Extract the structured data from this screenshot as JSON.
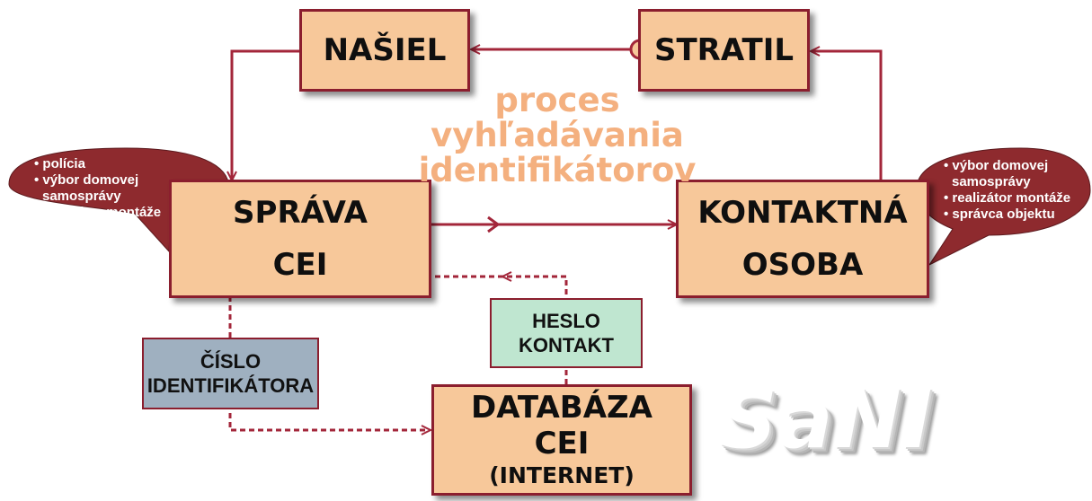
{
  "nodes": {
    "nasiel": "NAŠIEL",
    "stratil": "STRATIL",
    "sprava": [
      "SPRÁVA",
      "CEI"
    ],
    "kontaktna": [
      "KONTAKTNÁ",
      "OSOBA"
    ],
    "databaza": [
      "DATABÁZA",
      "CEI",
      "(INTERNET)"
    ]
  },
  "labels": {
    "cislo": [
      "ČÍSLO",
      "IDENTIFIKÁTORA"
    ],
    "heslo": [
      "HESLO",
      "KONTAKT"
    ]
  },
  "process_text": [
    "proces",
    "vyhľadávania",
    "identifikátorov"
  ],
  "bubble_left": [
    "• polícia",
    "• výbor domovej",
    "  samosprávy",
    "• realizátor montáže"
  ],
  "bubble_right": [
    "• výbor domovej",
    "  samosprávy",
    "• realizátor montáže",
    "• správca objektu"
  ],
  "logo": "SaNI",
  "colors": {
    "box_fill": "#f7c89a",
    "border": "#8b1e2e",
    "arrow": "#a3263a",
    "bubble": "#8e2a2e",
    "label_blue": "#9fb0c0",
    "label_green": "#bfe6d0",
    "process_text": "#f4b07f"
  }
}
